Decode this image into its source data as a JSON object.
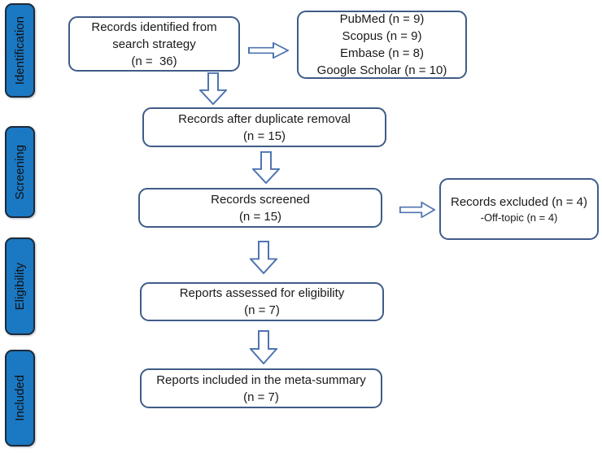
{
  "sidebar": {
    "stages": [
      {
        "label": "Identification"
      },
      {
        "label": "Screening"
      },
      {
        "label": "Eligibility"
      },
      {
        "label": "Included"
      }
    ]
  },
  "boxes": {
    "identified": {
      "lines": [
        "Records identified from",
        "search strategy",
        "(n =  36)"
      ]
    },
    "databases": {
      "lines": [
        "PubMed (n = 9)",
        "Scopus (n = 9)",
        "Embase (n = 8)",
        "Google Scholar (n = 10)"
      ]
    },
    "duplicates_removed": {
      "lines": [
        "Records after duplicate removal",
        "(n = 15)"
      ]
    },
    "screened": {
      "lines": [
        "Records screened",
        "(n = 15)"
      ]
    },
    "excluded": {
      "lines": [
        "Records excluded (n = 4)",
        "-Off-topic (n = 4)"
      ]
    },
    "assessed": {
      "lines": [
        "Reports assessed for eligibility",
        "(n = 7)"
      ]
    },
    "included": {
      "lines": [
        "Reports included in the meta-summary",
        "(n = 7)"
      ]
    }
  },
  "colors": {
    "stage_fill": "#1b78c2",
    "stage_border": "#1c2b3a",
    "box_border": "#3f5c88",
    "arrow_stroke": "#4f74b0",
    "text": "#1a1a1a"
  }
}
